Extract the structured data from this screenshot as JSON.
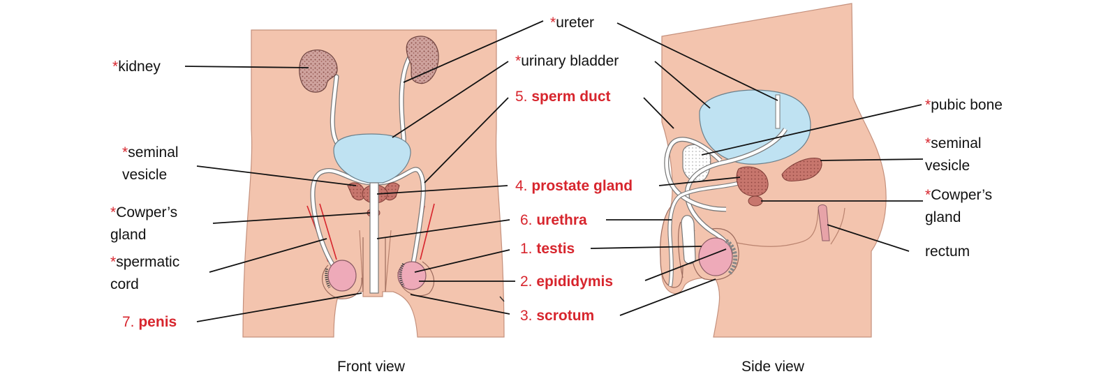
{
  "colors": {
    "skin": "#f3c4ae",
    "bladder": "#bfe2f2",
    "gland": "#c8736b",
    "kidney": "#c89a95",
    "testis": "#eeaab9",
    "label_red": "#d7252d",
    "outline": "#555555"
  },
  "marker": "*",
  "front": {
    "caption": "Front view",
    "labels": {
      "kidney": "kidney",
      "seminal1": "seminal",
      "seminal2": "vesicle",
      "cowper1": "Cowper’s",
      "cowper2": "gland",
      "cord1": "spermatic",
      "cord2": "cord",
      "penis_num": "7.",
      "penis": "penis"
    }
  },
  "middle": {
    "ureter": "ureter",
    "bladder": "urinary bladder",
    "sperm_num": "5.",
    "sperm": "sperm duct",
    "prostate_num": "4.",
    "prostate": "prostate gland",
    "urethra_num": "6.",
    "urethra": "urethra",
    "testis_num": "1.",
    "testis": "testis",
    "epi_num": "2.",
    "epididymis": "epididymis",
    "scrotum_num": "3.",
    "scrotum": "scrotum"
  },
  "side": {
    "caption": "Side view",
    "labels": {
      "pubic": "pubic bone",
      "seminal1": "seminal",
      "seminal2": "vesicle",
      "cowper1": "Cowper’s",
      "cowper2": "gland",
      "rectum": "rectum"
    }
  }
}
